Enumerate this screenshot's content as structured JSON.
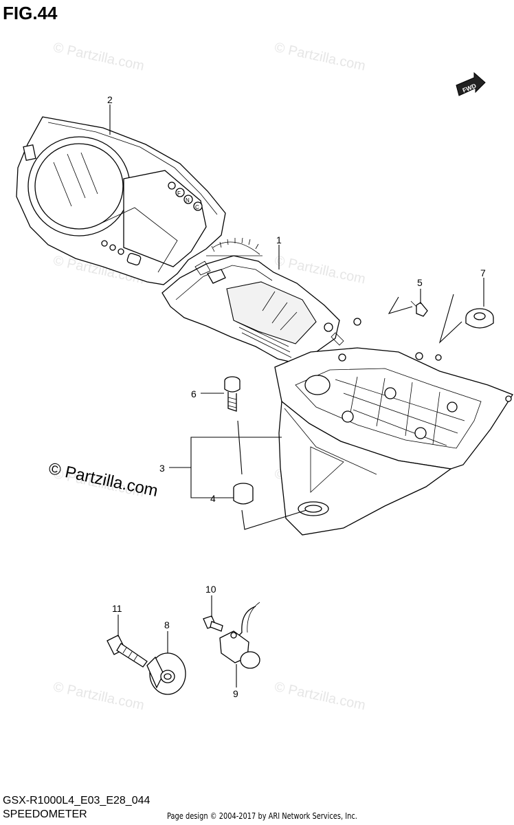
{
  "figure_title": "FIG.44",
  "footer": {
    "model_code": "GSX-R1000L4_E03_E28_044",
    "section_name": "SPEEDOMETER",
    "credit": "Page design © 2004-2017 by ARI Network Services, Inc."
  },
  "watermark": {
    "text": "© Partzilla.com"
  },
  "direction_badge": "FWD",
  "callouts": [
    {
      "id": "1",
      "label": "1"
    },
    {
      "id": "2",
      "label": "2"
    },
    {
      "id": "3",
      "label": "3"
    },
    {
      "id": "4",
      "label": "4"
    },
    {
      "id": "5",
      "label": "5"
    },
    {
      "id": "6",
      "label": "6"
    },
    {
      "id": "7",
      "label": "7"
    },
    {
      "id": "8",
      "label": "8"
    },
    {
      "id": "9",
      "label": "9"
    },
    {
      "id": "10",
      "label": "10"
    },
    {
      "id": "11",
      "label": "11"
    }
  ],
  "gear_letters": [
    "F",
    "N",
    "C"
  ]
}
